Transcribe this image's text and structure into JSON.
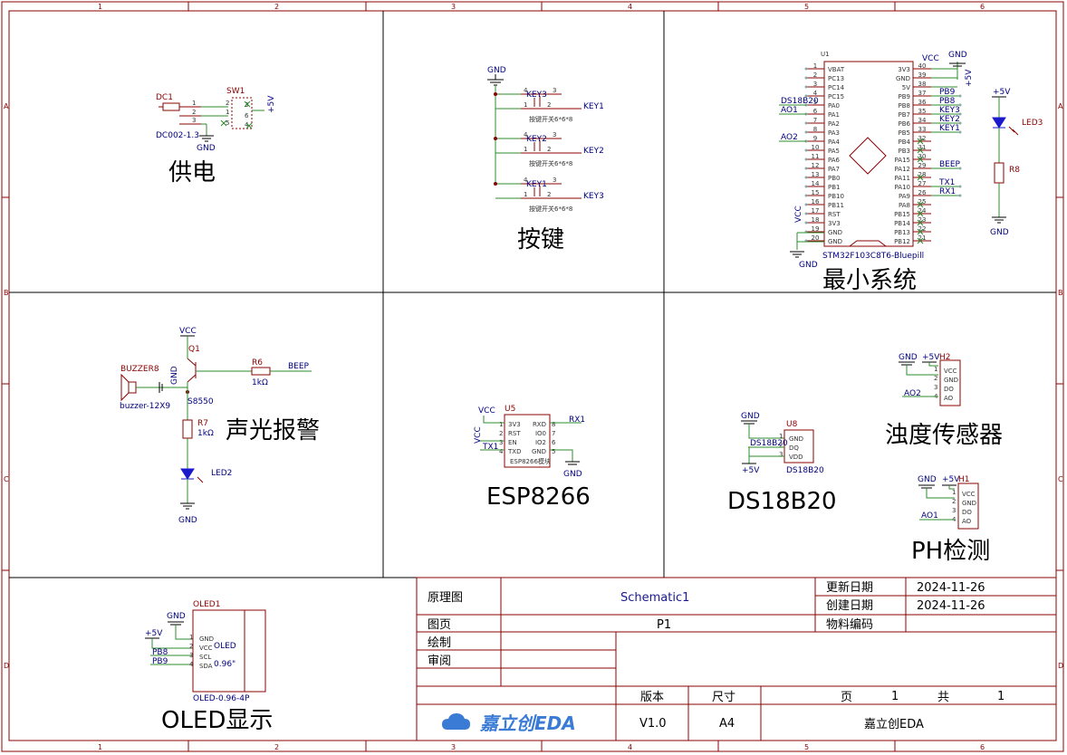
{
  "frame": {
    "col_numbers": [
      "1",
      "2",
      "3",
      "4",
      "5",
      "6"
    ],
    "row_letters": [
      "A",
      "B",
      "C",
      "D"
    ]
  },
  "sections": {
    "power": "供电",
    "keys": "按键",
    "min_system": "最小系统",
    "alarm": "声光报警",
    "esp": "ESP8266",
    "ds18b20": "DS18B20",
    "turbidity": "浊度传感器",
    "ph": "PH检测",
    "oled": "OLED显示"
  },
  "power": {
    "dc_ref": "DC1",
    "dc_part": "DC002-1.3",
    "sw_ref": "SW1",
    "pins": [
      "1",
      "2",
      "3",
      "4",
      "5",
      "6",
      "1",
      "2",
      "3"
    ],
    "vcc": "+5V",
    "gnd": "GND"
  },
  "keys": {
    "gnd": "GND",
    "items": [
      {
        "ref": "KEY3",
        "net": "KEY1",
        "part": "按键开关6*6*8"
      },
      {
        "ref": "KEY2",
        "net": "KEY2",
        "part": "按键开关6*6*8"
      },
      {
        "ref": "KEY1",
        "net": "KEY3",
        "part": "按键开关6*6*8"
      }
    ],
    "pins": [
      "4",
      "3",
      "1",
      "2"
    ]
  },
  "mcu": {
    "ref": "U1",
    "part": "STM32F103C8T6-Bluepill",
    "left_pins": [
      {
        "n": "1",
        "name": "VBAT",
        "net": ""
      },
      {
        "n": "2",
        "name": "PC13",
        "net": ""
      },
      {
        "n": "3",
        "name": "PC14",
        "net": ""
      },
      {
        "n": "4",
        "name": "PC15",
        "net": ""
      },
      {
        "n": "5",
        "name": "PA0",
        "net": "DS18B20"
      },
      {
        "n": "6",
        "name": "PA1",
        "net": "AO1"
      },
      {
        "n": "7",
        "name": "PA2",
        "net": ""
      },
      {
        "n": "8",
        "name": "PA3",
        "net": ""
      },
      {
        "n": "9",
        "name": "PA4",
        "net": "AO2"
      },
      {
        "n": "10",
        "name": "PA5",
        "net": ""
      },
      {
        "n": "11",
        "name": "PA6",
        "net": ""
      },
      {
        "n": "12",
        "name": "PA7",
        "net": ""
      },
      {
        "n": "13",
        "name": "PB0",
        "net": ""
      },
      {
        "n": "14",
        "name": "PB1",
        "net": ""
      },
      {
        "n": "15",
        "name": "PB10",
        "net": ""
      },
      {
        "n": "16",
        "name": "PB11",
        "net": ""
      },
      {
        "n": "17",
        "name": "RST",
        "net": ""
      },
      {
        "n": "18",
        "name": "3V3",
        "net": "VCC"
      },
      {
        "n": "19",
        "name": "GND",
        "net": ""
      },
      {
        "n": "20",
        "name": "GND",
        "net": ""
      }
    ],
    "right_pins": [
      {
        "n": "40",
        "name": "3V3",
        "net": "VCC"
      },
      {
        "n": "39",
        "name": "GND",
        "net": "GND"
      },
      {
        "n": "38",
        "name": "5V",
        "net": "+5V"
      },
      {
        "n": "37",
        "name": "PB9",
        "net": "PB9"
      },
      {
        "n": "36",
        "name": "PB8",
        "net": "PB8"
      },
      {
        "n": "35",
        "name": "PB7",
        "net": "KEY3"
      },
      {
        "n": "34",
        "name": "PB6",
        "net": "KEY2"
      },
      {
        "n": "33",
        "name": "PB5",
        "net": "KEY1"
      },
      {
        "n": "32",
        "name": "PB4",
        "net": ""
      },
      {
        "n": "31",
        "name": "PB3",
        "net": ""
      },
      {
        "n": "30",
        "name": "PA15",
        "net": ""
      },
      {
        "n": "29",
        "name": "PA12",
        "net": "BEEP"
      },
      {
        "n": "28",
        "name": "PA11",
        "net": ""
      },
      {
        "n": "27",
        "name": "PA10",
        "net": "TX1"
      },
      {
        "n": "26",
        "name": "PA9",
        "net": "RX1"
      },
      {
        "n": "25",
        "name": "PA8",
        "net": ""
      },
      {
        "n": "24",
        "name": "PB15",
        "net": ""
      },
      {
        "n": "23",
        "name": "PB14",
        "net": ""
      },
      {
        "n": "22",
        "name": "PB13",
        "net": ""
      },
      {
        "n": "21",
        "name": "PB12",
        "net": ""
      }
    ],
    "gnd": "GND",
    "led_ref": "LED3",
    "r_ref": "R8",
    "led_vcc": "+5V",
    "led_gnd": "GND"
  },
  "alarm": {
    "vcc": "VCC",
    "q_ref": "Q1",
    "q_part": "S8550",
    "buzzer_ref": "BUZZER8",
    "buzzer_part": "buzzer-12X9",
    "buzzer_gnd": "GND",
    "r6": "R6",
    "r6_val": "1kΩ",
    "beep": "BEEP",
    "r7": "R7",
    "r7_val": "1kΩ",
    "led": "LED2",
    "gnd": "GND"
  },
  "esp": {
    "ref": "U5",
    "part": "ESP8266模块",
    "left": [
      "3V3",
      "RST",
      "EN",
      "TXD"
    ],
    "right": [
      "RXD",
      "IO0",
      "IO2",
      "GND"
    ],
    "pins_l": [
      "1",
      "2",
      "3",
      "4"
    ],
    "pins_r": [
      "8",
      "7",
      "6",
      "5"
    ],
    "vcc1": "VCC",
    "vcc2": "VCC",
    "tx": "TX1",
    "rx": "RX1",
    "gnd": "GND"
  },
  "ds18b20": {
    "ref": "U8",
    "part": "DS18B20",
    "gnd": "GND",
    "net": "DS18B20",
    "vcc": "+5V",
    "pins": [
      "GND",
      "DQ",
      "VDD"
    ],
    "pin_nums": [
      "1",
      "2",
      "3"
    ]
  },
  "turb": {
    "ref": "H2",
    "gnd": "GND",
    "vcc": "+5V",
    "ao": "AO2",
    "pins": [
      "VCC",
      "GND",
      "DO",
      "AO"
    ],
    "pin_nums": [
      "1",
      "2",
      "3",
      "4"
    ]
  },
  "ph": {
    "ref": "H1",
    "gnd": "GND",
    "vcc": "+5V",
    "ao": "AO1",
    "pins": [
      "VCC",
      "GND",
      "DO",
      "AO"
    ],
    "pin_nums": [
      "1",
      "2",
      "3",
      "4"
    ]
  },
  "oled": {
    "ref": "OLED1",
    "part": "OLED-0.96-4P",
    "gnd": "GND",
    "vcc": "+5V",
    "scl_net": "PB8",
    "sda_net": "PB9",
    "pins": [
      "GND",
      "VCC",
      "SCL",
      "SDA"
    ],
    "pin_nums": [
      "1",
      "2",
      "3",
      "4"
    ],
    "text1": "OLED",
    "text2": "0.96\""
  },
  "title_block": {
    "l_schematic": "原理图",
    "schematic": "Schematic1",
    "l_updated": "更新日期",
    "updated": "2024-11-26",
    "l_created": "创建日期",
    "created": "2024-11-26",
    "l_page": "图页",
    "page": "P1",
    "l_material": "物料编码",
    "l_draw": "绘制",
    "l_review": "审阅",
    "l_version": "版本",
    "version": "V1.0",
    "l_size": "尺寸",
    "size": "A4",
    "l_sheet": "页",
    "sheet_no": "1",
    "l_total": "共",
    "total": "1",
    "logo": "嘉立创EDA",
    "company": "嘉立创EDA"
  }
}
